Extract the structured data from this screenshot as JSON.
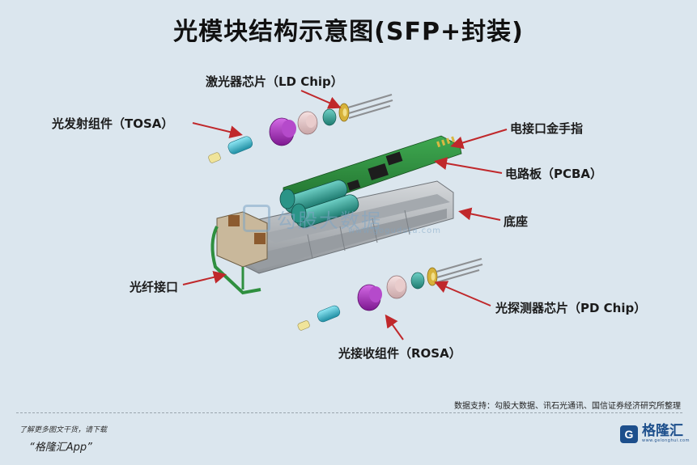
{
  "title": "光模块结构示意图(SFP+封装)",
  "labels": {
    "ld_chip": "激光器芯片（LD Chip）",
    "tosa": "光发射组件（TOSA）",
    "gold_finger": "电接口金手指",
    "pcba": "电路板（PCBA）",
    "base": "底座",
    "fiber_port": "光纤接口",
    "pd_chip": "光探测器芯片（PD Chip）",
    "rosa": "光接收组件（ROSA）"
  },
  "watermark": {
    "text": "勾股大数据",
    "url": "www.gogudata.com"
  },
  "source": "数据支持：勾股大数据、讯石光通讯、国信证券经济研究所整理",
  "footer": {
    "note": "了解更多图文干货，请下载",
    "app": "“格隆汇App”"
  },
  "brand": {
    "logo_letter": "G",
    "name": "格隆汇",
    "url": "www.gelonghui.com"
  },
  "colors": {
    "pcb": "#2f8f3f",
    "magenta": "#a22cb8",
    "cyan": "#39c2d8",
    "arrow": "#c0282b",
    "housing": "#b4b8bc"
  }
}
